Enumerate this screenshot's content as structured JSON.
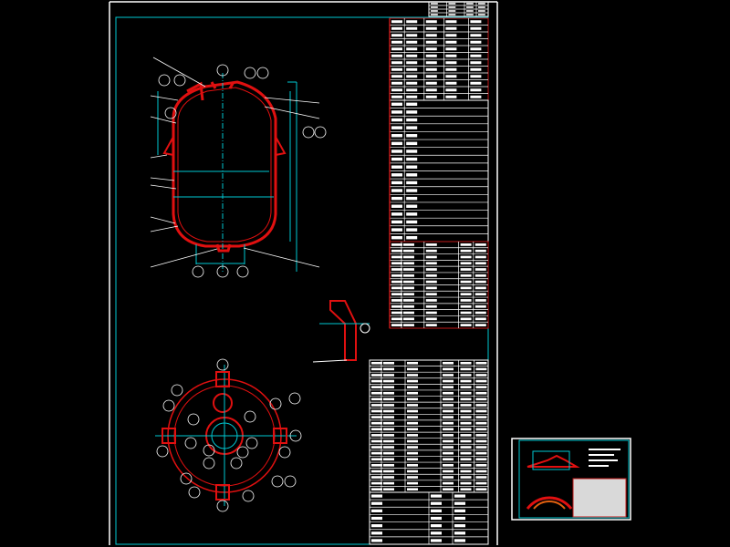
{
  "canvas": {
    "background": "#000000",
    "colors": {
      "frame": "#ffffff",
      "border": "#00c8d2",
      "vessel": "#e01010",
      "centerline": "#00c8d2",
      "annotation": "#ffffff",
      "table_divider": "#c01818"
    }
  },
  "views": {
    "elevation": {
      "name": "vessel-elevation-view"
    },
    "plan": {
      "name": "vessel-plan-view"
    },
    "detail": {
      "name": "nozzle-detail-view"
    },
    "thumbnail": {
      "name": "sheet-thumbnail"
    }
  }
}
